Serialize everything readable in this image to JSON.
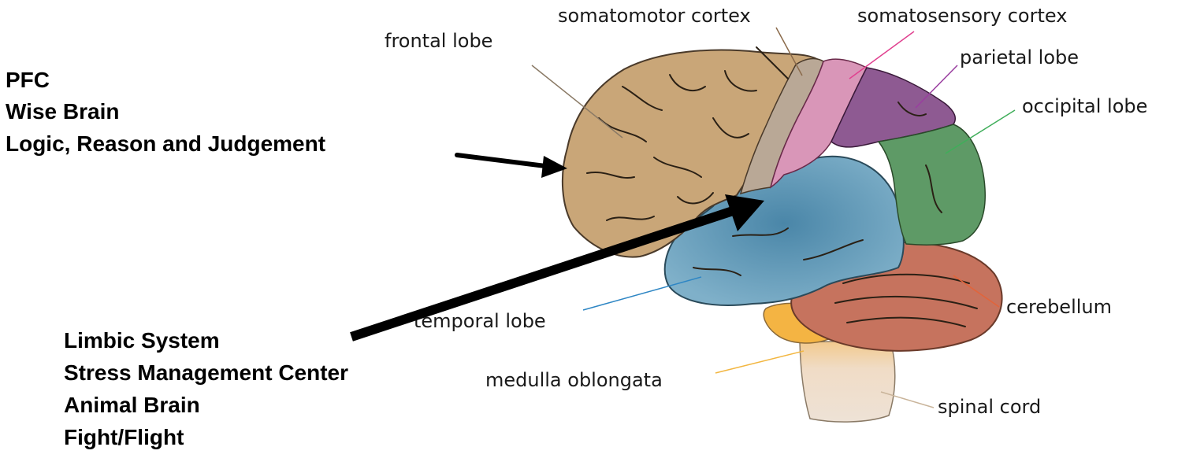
{
  "diagram": {
    "labels": {
      "frontal_lobe": "frontal lobe",
      "somatomotor_cortex": "somatomotor cortex",
      "somatosensory_cortex": "somatosensory cortex",
      "parietal_lobe": "parietal lobe",
      "occipital_lobe": "occipital lobe",
      "temporal_lobe": "temporal lobe",
      "cerebellum": "cerebellum",
      "medulla_oblongata": "medulla oblongata",
      "spinal_cord": "spinal cord"
    },
    "colors": {
      "frontal_lobe": "#c9a678",
      "somatomotor_cortex": "#b9a896",
      "somatosensory_cortex": "#d996b8",
      "parietal_lobe": "#8e5a92",
      "occipital_lobe": "#5e9a66",
      "temporal_lobe": "#5f97b4",
      "cerebellum": "#c6735e",
      "medulla_oblongata": "#f4b443",
      "spinal_cord": "#eddccb",
      "leader_frontal": "#8a7a66",
      "leader_somatomotor": "#8a6a4a",
      "leader_somatosensory": "#e0408f",
      "leader_parietal": "#9a3ea0",
      "leader_occipital": "#3fae5a",
      "leader_temporal": "#2e86c4",
      "leader_cerebellum": "#e2643a",
      "leader_medulla": "#f2b640",
      "leader_spinal": "#c9b49a",
      "arrow": "#000000"
    }
  },
  "annotations": {
    "pfc": {
      "lines": [
        "PFC",
        "Wise Brain",
        "Logic, Reason and Judgement"
      ]
    },
    "limbic": {
      "lines": [
        "Limbic System",
        "Stress Management Center",
        "Animal Brain",
        "Fight/Flight"
      ]
    }
  }
}
